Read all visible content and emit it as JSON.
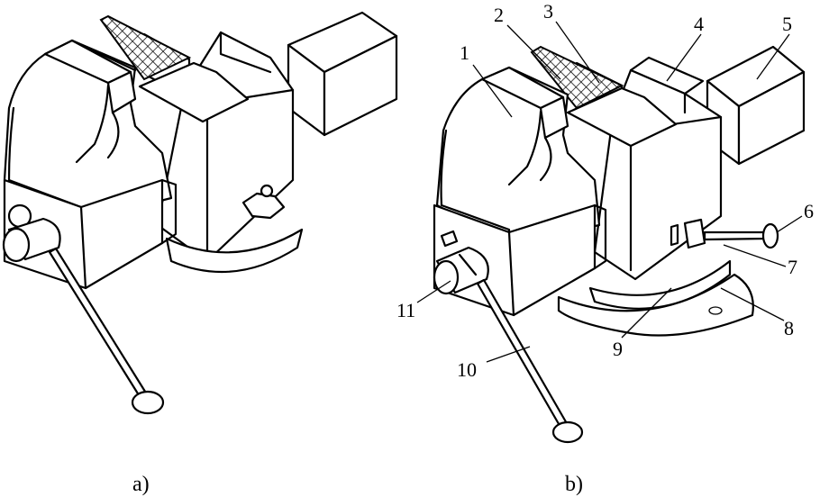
{
  "figure": {
    "caption_a": "a)",
    "caption_b": "b)",
    "labels": [
      "1",
      "2",
      "3",
      "4",
      "5",
      "6",
      "7",
      "8",
      "9",
      "10",
      "11"
    ]
  },
  "colors": {
    "ink": "#000000",
    "paper": "#ffffff"
  }
}
